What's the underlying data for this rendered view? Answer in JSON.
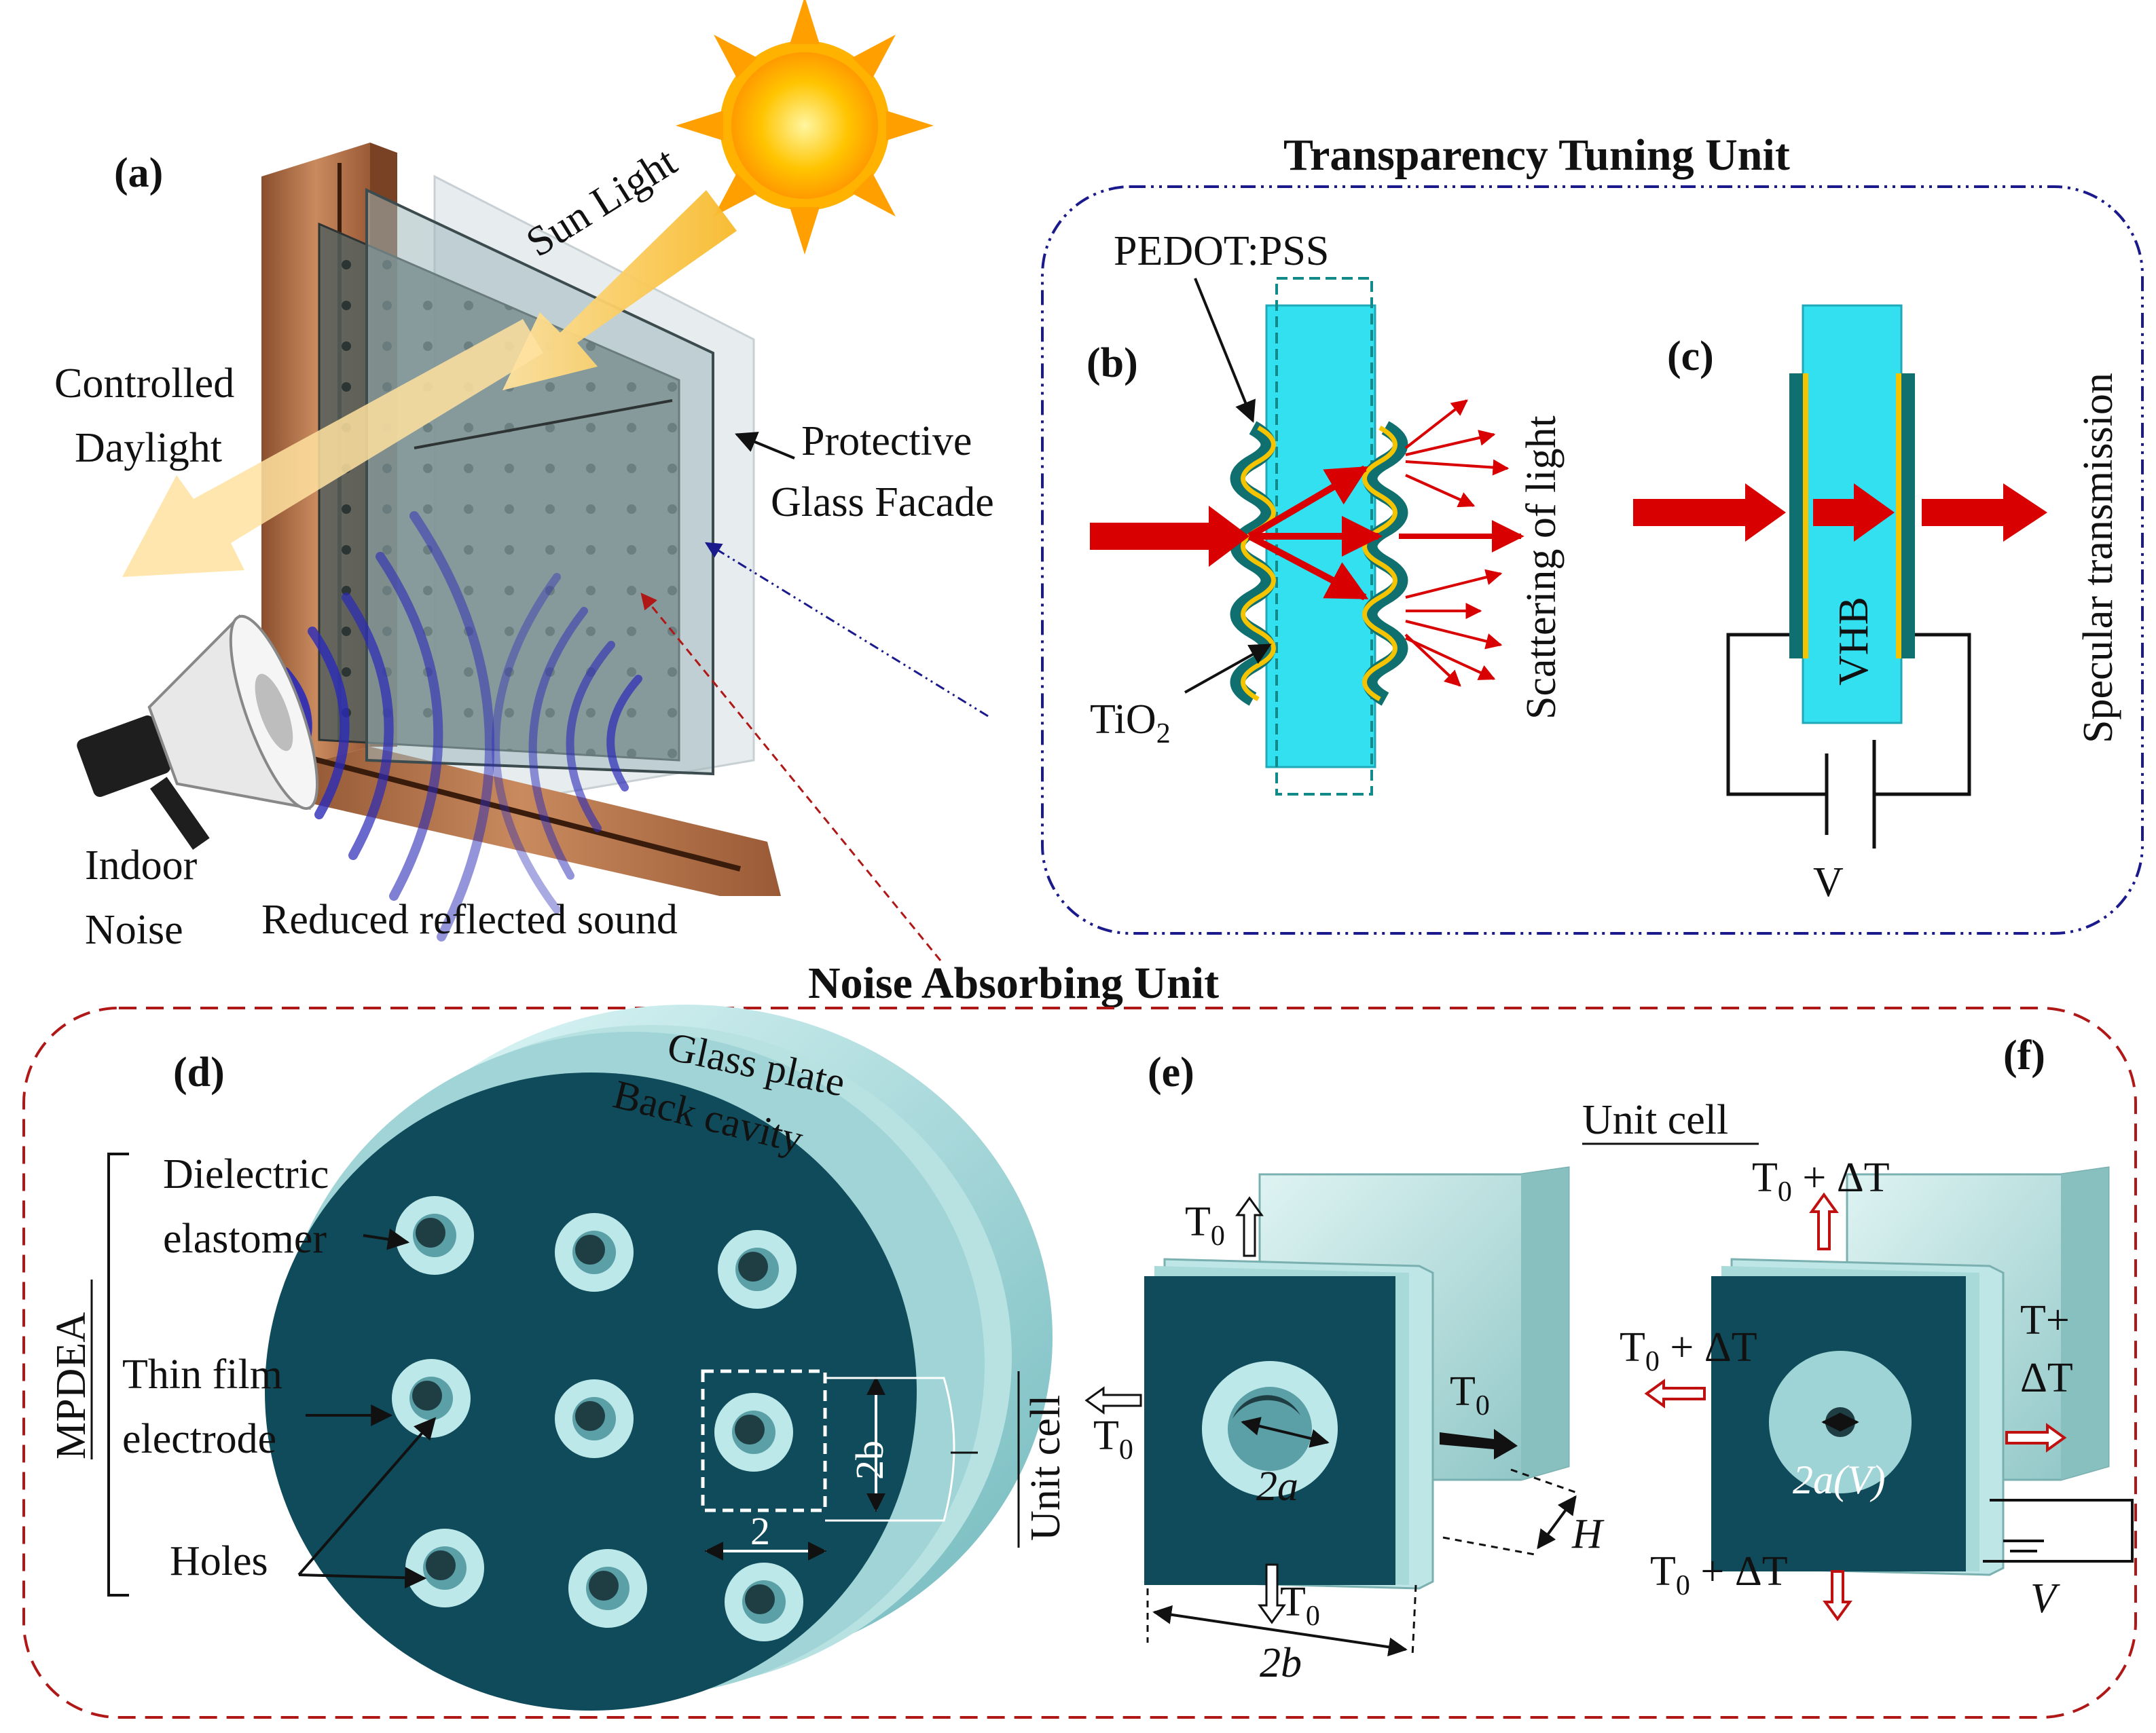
{
  "panels": {
    "a": "(a)",
    "b": "(b)",
    "c": "(c)",
    "d": "(d)",
    "e": "(e)",
    "f": "(f)"
  },
  "titles": {
    "transparency_unit": "Transparency Tuning Unit",
    "noise_unit": "Noise Absorbing Unit"
  },
  "panel_a": {
    "sun_light": "Sun Light",
    "controlled_line1": "Controlled",
    "controlled_line2": "Daylight",
    "protective_line1": "Protective",
    "protective_line2": "Glass Facade",
    "indoor_line1": "Indoor",
    "indoor_line2": "Noise",
    "reduced_sound": "Reduced reflected sound"
  },
  "panel_b": {
    "pedot": "PEDOT:PSS",
    "tio2": "TiO",
    "tio2_sub": "2",
    "scattering": "Scattering of light"
  },
  "panel_c": {
    "vhb": "VHB",
    "voltage": "V",
    "specular": "Specular transmission"
  },
  "panel_d": {
    "glass_plate": "Glass plate",
    "back_cavity": "Back cavity",
    "dielectric_line1": "Dielectric",
    "dielectric_line2": "elastomer",
    "thin_film_line1": "Thin film",
    "thin_film_line2": "electrode",
    "holes": "Holes",
    "mpdea": "MPDEA",
    "unit_cell": "Unit cell",
    "dim_2b": "2b",
    "dim_2": "2"
  },
  "panel_e": {
    "unit_cell": "Unit cell",
    "t0": "T",
    "t0_sub": "0",
    "dim_2a": "2a",
    "dim_H": "H",
    "dim_2b": "2b"
  },
  "panel_f": {
    "t0_top": "T",
    "t0_sub": "0",
    "plus_dt": " + ΔT",
    "t_plus": "T+",
    "delta_t": "ΔT",
    "dim_2a_v": "2a(V)",
    "voltage": "V"
  },
  "colors": {
    "blue_dash": "#1a1a8c",
    "red_dash": "#b01818",
    "cyan": "#33e0f0",
    "dark_teal": "#0e4e5c",
    "gold": "#f5c400",
    "arrow_red": "#d80000",
    "wood": "#b3704a"
  }
}
